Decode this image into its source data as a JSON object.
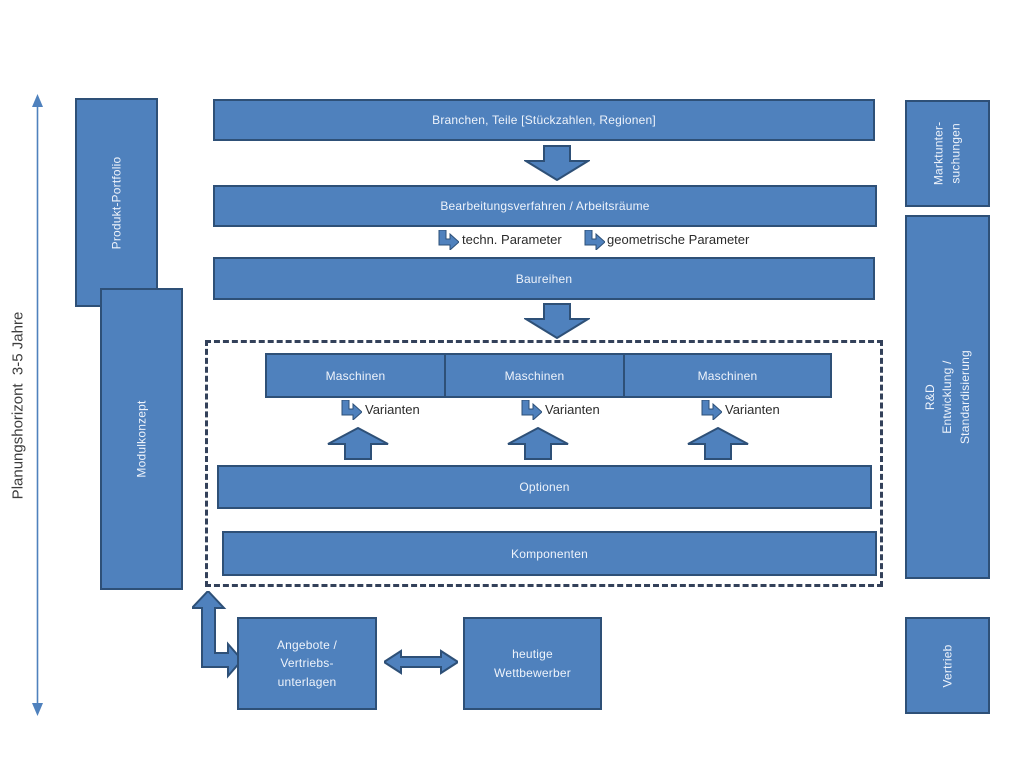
{
  "diagram": {
    "left_axis": {
      "label": "Planungshorizont  3-5 Jahre"
    },
    "vertical_boxes": {
      "produkt_portfolio": "Produkt-Portfolio",
      "modulkonzept": "Modulkonzept"
    },
    "top_flow": {
      "branchen": "Branchen, Teile [Stückzahlen, Regionen]",
      "bearbeitung": "Bearbeitungsverfahren / Arbeitsräume",
      "techn_parameter": "techn. Parameter",
      "geometrische_parameter": "geometrische Parameter",
      "baureihen": "Baureihen"
    },
    "module_area": {
      "maschinen": [
        "Maschinen",
        "Maschinen",
        "Maschinen"
      ],
      "varianten": [
        "Varianten",
        "Varianten",
        "Varianten"
      ],
      "optionen": "Optionen",
      "komponenten": "Komponenten"
    },
    "bottom": {
      "angebote": "Angebote /\nVertriebs-\nunterlagen",
      "wettbewerber": "heutige\nWettbewerber"
    },
    "right_column": {
      "marktuntersuchungen": "Marktunter-\nsuchungen",
      "rnd": "R&D\nEntwicklung / Standardisierung",
      "vertrieb": "Vertrieb"
    },
    "colors": {
      "box_fill": "#4f81bd",
      "box_border": "#2e5077",
      "dash_color": "#33415a",
      "label_color": "#2b2b2b",
      "box_text": "#eef3fb"
    }
  }
}
